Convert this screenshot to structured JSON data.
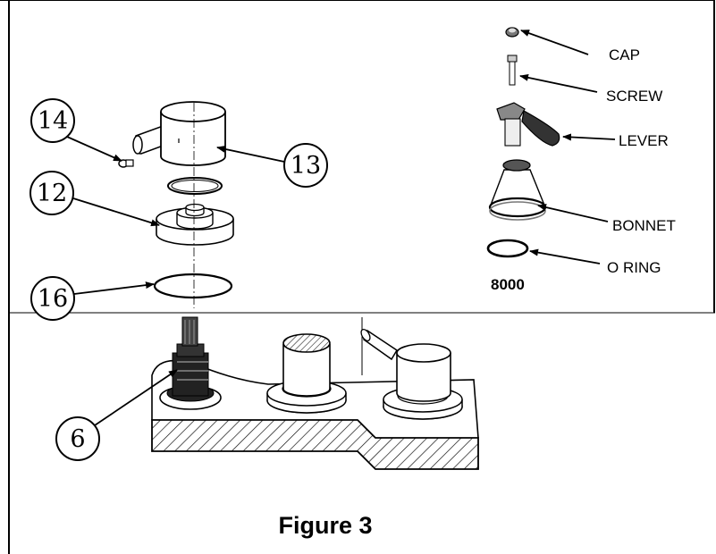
{
  "figure": {
    "caption": "Figure 3"
  },
  "callouts": {
    "c14": "14",
    "c13": "13",
    "c12": "12",
    "c16": "16",
    "c6": "6"
  },
  "parts_8000": {
    "model": "8000",
    "labels": {
      "cap": "CAP",
      "screw": "SCREW",
      "lever": "LEVER",
      "bonnet": "BONNET",
      "o_ring": "O RING"
    }
  }
}
